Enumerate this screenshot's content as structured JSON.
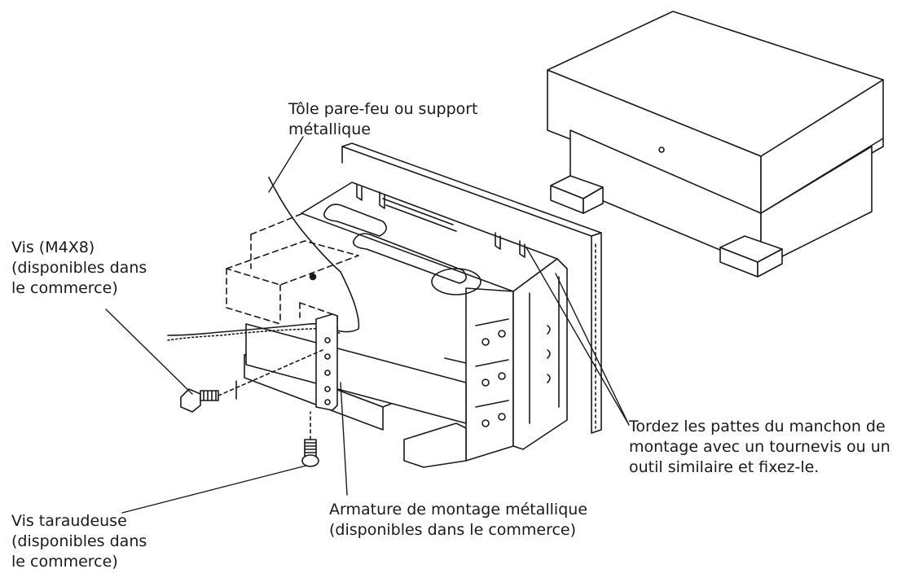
{
  "labels": {
    "firewall": {
      "line1": "Tôle pare-feu ou support",
      "line2": "métallique"
    },
    "screw_m4x8": {
      "line1": "Vis (M4X8)",
      "line2": "(disponibles dans",
      "line3": "le commerce)"
    },
    "tapping_screw": {
      "line1": "Vis taraudeuse",
      "line2": "(disponibles dans",
      "line3": "le commerce)"
    },
    "bracket": {
      "line1": "Armature de montage métallique",
      "line2": "(disponibles dans le commerce)"
    },
    "tabs": {
      "line1": "Tordez les pattes du manchon de",
      "line2": "montage avec un tournevis ou un",
      "line3": "outil similaire et fixez-le."
    }
  },
  "colors": {
    "line": "#1a1a1a",
    "fill": "#ffffff"
  }
}
